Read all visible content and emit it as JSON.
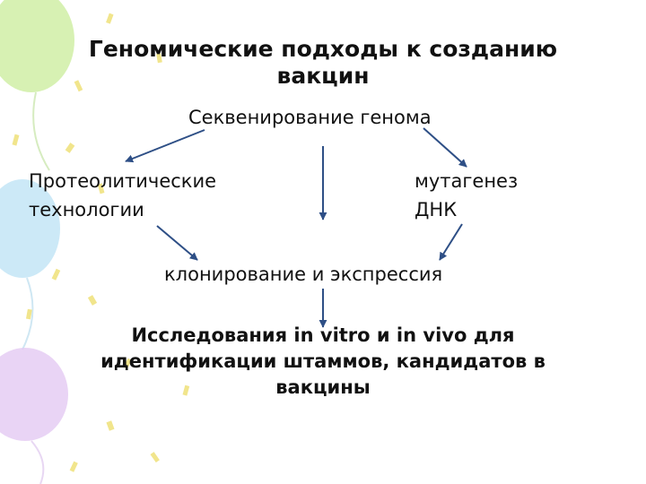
{
  "title": {
    "line1": "Геномические подходы к созданию",
    "line2": "вакцин"
  },
  "nodes": {
    "sequencing": "Секвенирование генома",
    "proteolytic_line1": "Протеолитические",
    "proteolytic_line2": "технологии",
    "mutagenesis_line1": "мутагенез",
    "mutagenesis_line2": "ДНК",
    "cloning": "клонирование и экспрессия"
  },
  "conclusion": {
    "line1": "Исследования in vitro и  in vivo для",
    "line2": "идентификации штаммов, кандидатов в",
    "line3": "вакцины"
  },
  "colors": {
    "arrow": "#2e4f86",
    "text": "#111111",
    "balloon_green": "#c9ec9a",
    "balloon_blue": "#bfe3f5",
    "balloon_purple": "#e3c9f2",
    "confetti_yellow": "#f1e58c"
  }
}
